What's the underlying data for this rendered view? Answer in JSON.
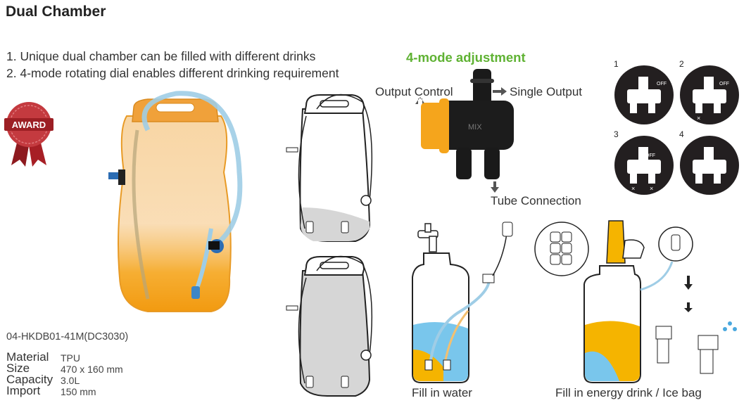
{
  "title": "Dual Chamber",
  "features": [
    "1. Unique dual chamber can be filled with different drinks",
    "2. 4-mode rotating dial enables different drinking requirement"
  ],
  "adjustment": {
    "title": "4-mode adjustment",
    "labels": {
      "output_control": "Output Control",
      "single_output": "Single Output",
      "tube_connection": "Tube Connection",
      "dial_text": "MIX"
    },
    "modes": [
      "1",
      "2",
      "3",
      "4"
    ],
    "mode_marks": {
      "off": "OFF",
      "cross": "×"
    }
  },
  "badge": "AWARD",
  "model": "04-HKDB01-41M(DC3030)",
  "specs": [
    {
      "key": "Material",
      "value": "TPU"
    },
    {
      "key": "Size",
      "value": "470 x 160 mm"
    },
    {
      "key": "Capacity",
      "value": "3.0L"
    },
    {
      "key": "Import",
      "value": "150 mm"
    }
  ],
  "captions": {
    "water": "Fill in water",
    "energy": "Fill in energy drink / Ice bag"
  },
  "colors": {
    "accent_green": "#5fb233",
    "orange": "#f5a51c",
    "water_blue": "#79c6ec",
    "award_red": "#b8262c",
    "tube_blue": "#9fcde6"
  }
}
